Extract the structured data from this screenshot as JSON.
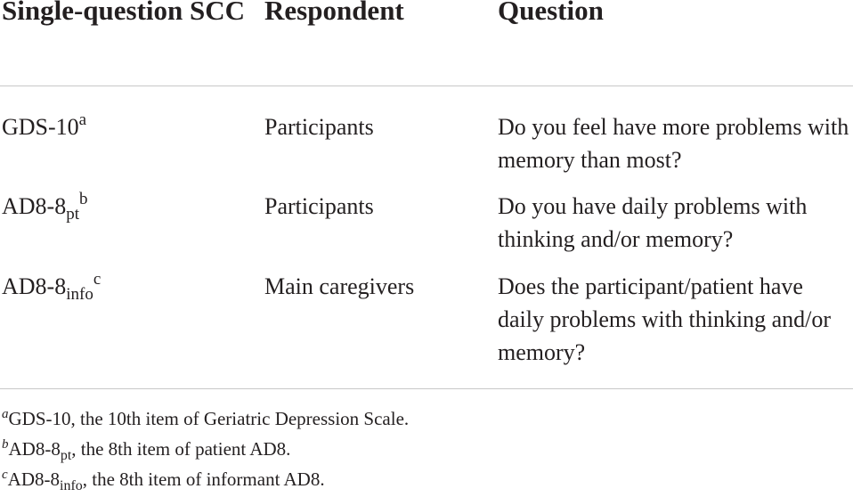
{
  "table": {
    "headers": [
      "Single-question SCC",
      "Respondent",
      "Question"
    ],
    "rows": [
      {
        "scc": "GDS-10",
        "scc_sub": "",
        "scc_sup": "a",
        "respondent": "Participants",
        "question": "Do you feel have more problems with memory than most?"
      },
      {
        "scc": "AD8-8",
        "scc_sub": "pt",
        "scc_sup": "b",
        "respondent": "Participants",
        "question": "Do you have daily problems with thinking and/or memory?"
      },
      {
        "scc": "AD8-8",
        "scc_sub": "info",
        "scc_sup": "c",
        "respondent": "Main caregivers",
        "question": "Does the participant/patient have daily problems with thinking and/or memory?"
      }
    ]
  },
  "footnotes": [
    {
      "mark": "a",
      "term": "GDS-10",
      "term_sub": "",
      "text": ", the 10th item of Geriatric Depression Scale."
    },
    {
      "mark": "b",
      "term": "AD8-8",
      "term_sub": "pt",
      "text": ", the 8th item of patient AD8."
    },
    {
      "mark": "c",
      "term": "AD8-8",
      "term_sub": "info",
      "text": ", the 8th item of informant AD8."
    }
  ]
}
